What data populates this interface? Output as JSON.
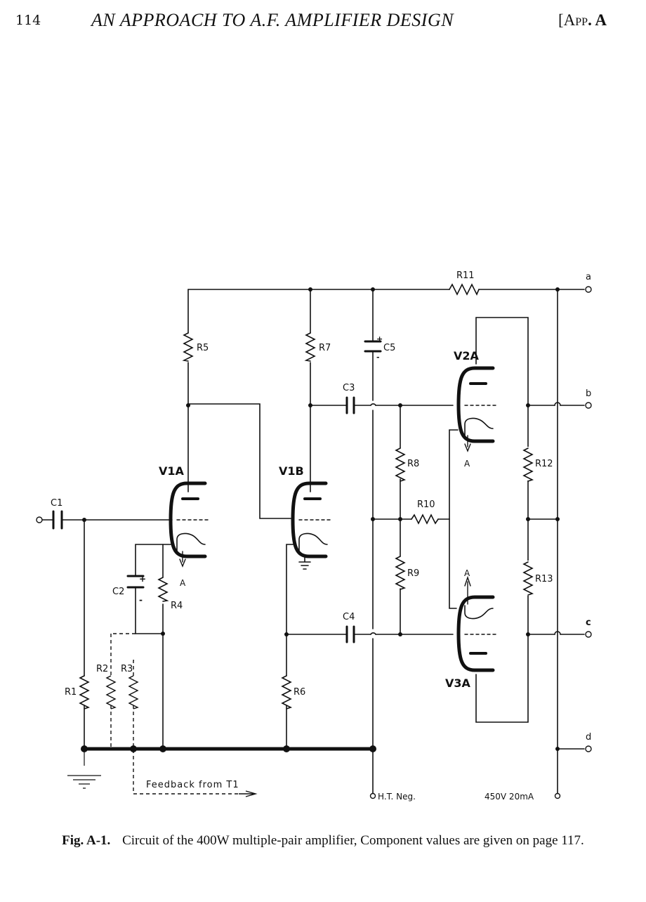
{
  "header": {
    "page_number": "114",
    "running_title": "AN APPROACH TO A.F. AMPLIFIER DESIGN",
    "appendix_prefix": "[",
    "appendix_word": "App",
    "appendix_suffix": ". A"
  },
  "schematic": {
    "tubes": {
      "v1a": "V1A",
      "v1b": "V1B",
      "v2a": "V2A",
      "v3a": "V3A"
    },
    "capacitors": {
      "c1": "C1",
      "c2": "C2",
      "c3": "C3",
      "c4": "C4",
      "c5": "C5"
    },
    "resistors": {
      "r1": "R1",
      "r2": "R2",
      "r3": "R3",
      "r4": "R4",
      "r5": "R5",
      "r6": "R6",
      "r7": "R7",
      "r8": "R8",
      "r9": "R9",
      "r10": "R10",
      "r11": "R11",
      "r12": "R12",
      "r13": "R13"
    },
    "terminals": {
      "a": "a",
      "b": "b",
      "c": "c",
      "d": "d"
    },
    "cathode_marks": {
      "v1a": "A",
      "v2a": "A",
      "v3a": "A"
    },
    "polarity": {
      "c2_plus": "+",
      "c2_minus": "-",
      "c5_plus": "+",
      "c5_minus": "-"
    },
    "feedback_label": "Feedback from T1",
    "ht_neg_label": "H.T. Neg.",
    "supply_label": "450V 20mA"
  },
  "caption": {
    "label": "Fig. A-1.",
    "text": "Circuit of the 400W multiple-pair amplifier, Component values are given on page 117."
  }
}
